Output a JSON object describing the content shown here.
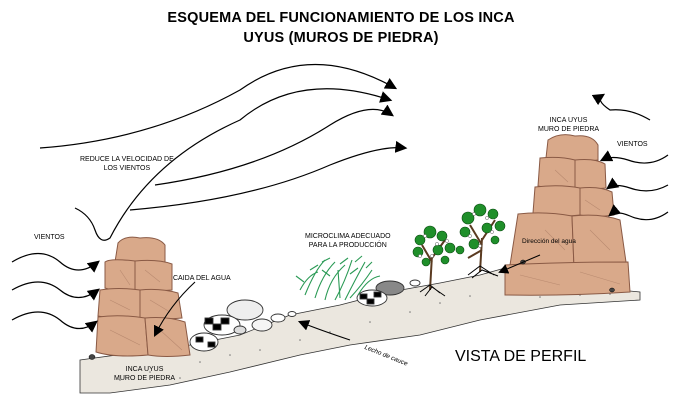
{
  "title_line1": "ESQUEMA DEL FUNCIONAMIENTO DE LOS INCA",
  "title_line2": "UYUS (MUROS DE PIEDRA)",
  "labels": {
    "reduce_1": "REDUCE LA VELOCIDAD DE",
    "reduce_2": "LOS VIENTOS",
    "vientos_left": "VIENTOS",
    "vientos_right": "VIENTOS",
    "caida_agua": "CAIDA DEL AGUA",
    "microclima_1": "MICROCLIMA ADECUADO",
    "microclima_2": "PARA LA PRODUCCIÓN",
    "lecho_cauce": "Lecho de cauce",
    "direccion_agua": "Dirección del agua",
    "inca_left_1": "INCA UYUS",
    "inca_left_2": "MURO DE PIEDRA",
    "inca_right_1": "INCA UYUS",
    "inca_right_2": "MURO DE PIEDRA",
    "vista_perfil": "VISTA DE PERFIL"
  },
  "colors": {
    "stone": "#d9a98a",
    "stone_dark": "#a8735a",
    "ground": "#e8e3db",
    "foliage_green": "#2e9e2e",
    "shrub_green": "#3ccf7a"
  }
}
